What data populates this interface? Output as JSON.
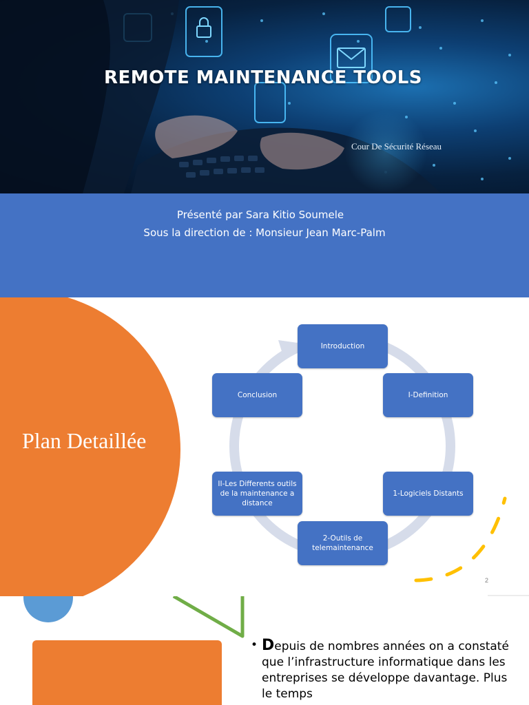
{
  "slide1": {
    "title": "REMOTE MAINTENANCE TOOLS",
    "subtitle": "Cour De Sécurité Réseau",
    "presenter": "Présenté par Sara Kitio Soumele",
    "supervisor": "Sous la direction de : Monsieur Jean Marc-Palm"
  },
  "slide2": {
    "title": "Plan Detaillée",
    "page_number": "2",
    "nodes": [
      {
        "label": "Introduction"
      },
      {
        "label": "I-Definition"
      },
      {
        "label": "1-Logiciels Distants"
      },
      {
        "label": "2-Outils de telemaintenance"
      },
      {
        "label": "II-Les Differents outils de la maintenance a distance"
      },
      {
        "label": "Conclusion"
      }
    ]
  },
  "slide3": {
    "bullet": "•",
    "drop_letter": "D",
    "text": "epuis de nombres années on a constaté que l’infrastructure informatique dans les entreprises se développe davantage. Plus le temps"
  },
  "colors": {
    "orange": "#ed7d31",
    "blue": "#4472c4",
    "light_blue": "#5b9bd5",
    "green": "#70ad47",
    "yellow": "#ffc000"
  }
}
